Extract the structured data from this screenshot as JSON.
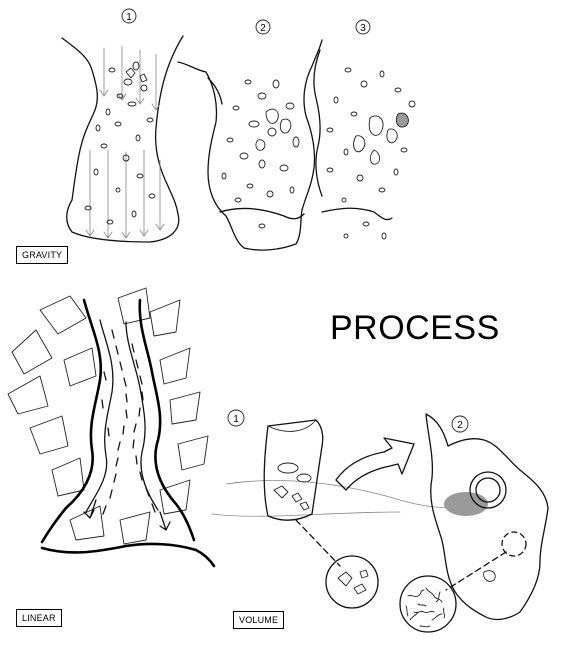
{
  "title": "PROCESS",
  "labels": {
    "gravity": "GRAVITY",
    "linear": "LINEAR",
    "volume": "VOLUME"
  },
  "step_markers": {
    "gravity_1": "1",
    "gravity_2": "2",
    "gravity_3": "3",
    "volume_1": "1",
    "volume_2": "2"
  },
  "colors": {
    "ink": "#111111",
    "paper": "#ffffff",
    "shade": "#9a9a9a"
  }
}
